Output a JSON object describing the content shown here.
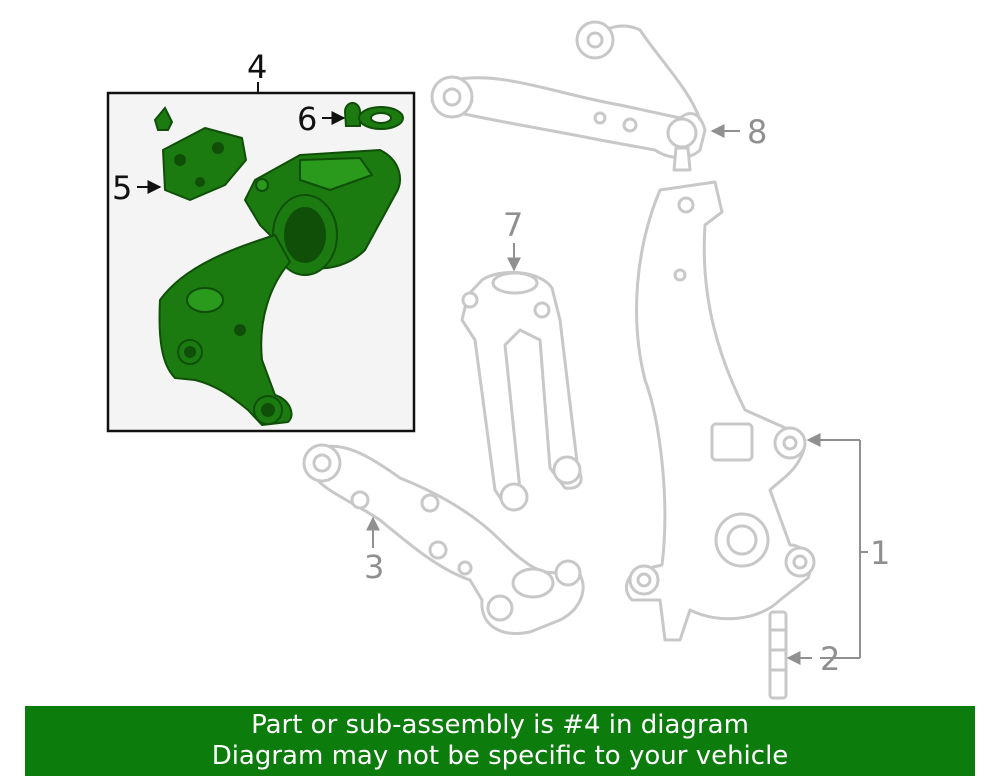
{
  "colors": {
    "highlight": "#1b7a10",
    "highlight_dark": "#0f4f08",
    "ghost": "#c8c8c8",
    "callout_gray": "#909090",
    "box_bg": "#f4f4f4",
    "banner_bg": "#0c7c0c"
  },
  "callouts": {
    "knuckle": "1",
    "stud": "2",
    "lower_arm": "3",
    "assembly": "4",
    "bracket": "5",
    "clip": "6",
    "fork": "7",
    "upper_arm": "8"
  },
  "banner": {
    "line1": "Part or sub-assembly is #4 in diagram",
    "line2": "Diagram may not be specific to your vehicle"
  }
}
